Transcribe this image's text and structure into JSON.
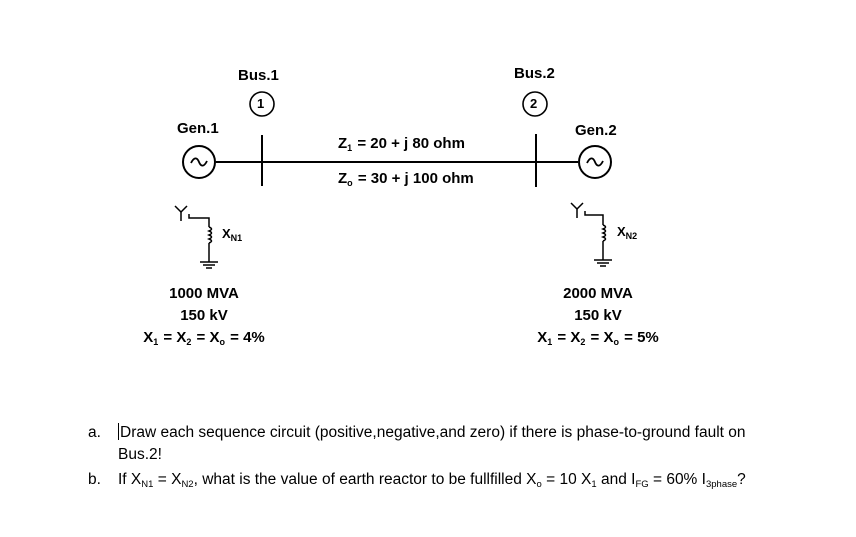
{
  "bus1": {
    "label": "Bus.1",
    "number": "1"
  },
  "bus2": {
    "label": "Bus.2",
    "number": "2"
  },
  "gen1": {
    "label": "Gen.1",
    "neutral_reactor": {
      "base": "X",
      "sub": "N1"
    },
    "rating_mva": "1000 MVA",
    "voltage": "150 kV",
    "reactance": {
      "x1": "X",
      "s1": "1",
      "x2": " = X",
      "s2": "2",
      "x3": " = X",
      "s3": "o",
      "val": " = 4%"
    }
  },
  "gen2": {
    "label": "Gen.2",
    "neutral_reactor": {
      "base": "X",
      "sub": "N2"
    },
    "rating_mva": "2000 MVA",
    "voltage": "150 kV",
    "reactance": {
      "x1": "X",
      "s1": "1",
      "x2": " = X",
      "s2": "2",
      "x3": " = X",
      "s3": "o",
      "val": " = 5%"
    }
  },
  "line": {
    "z1": {
      "base": "Z",
      "sub": "1",
      "value": " = 20 + j 80 ohm"
    },
    "z0": {
      "base": "Z",
      "sub": "o",
      "value": " = 30 + j 100 ohm"
    }
  },
  "question_a": {
    "marker": "a.",
    "line1": "Draw each sequence circuit (positive,negative,and zero) if there is phase-to-ground fault on",
    "line2": "Bus.2!"
  },
  "question_b": {
    "marker": "b.",
    "p1": "If X",
    "s1": "N1",
    "p2": " = X",
    "s2": "N2",
    "p3": ", what is the value of earth reactor to be fullfilled X",
    "s3": "o",
    "p4": " = 10 X",
    "s4": "1",
    "p5": " and I",
    "s5": "FG",
    "p6": " = 60% I",
    "s6": "3phase",
    "p7": "?"
  },
  "colors": {
    "ink": "#000000",
    "background": "#ffffff"
  }
}
